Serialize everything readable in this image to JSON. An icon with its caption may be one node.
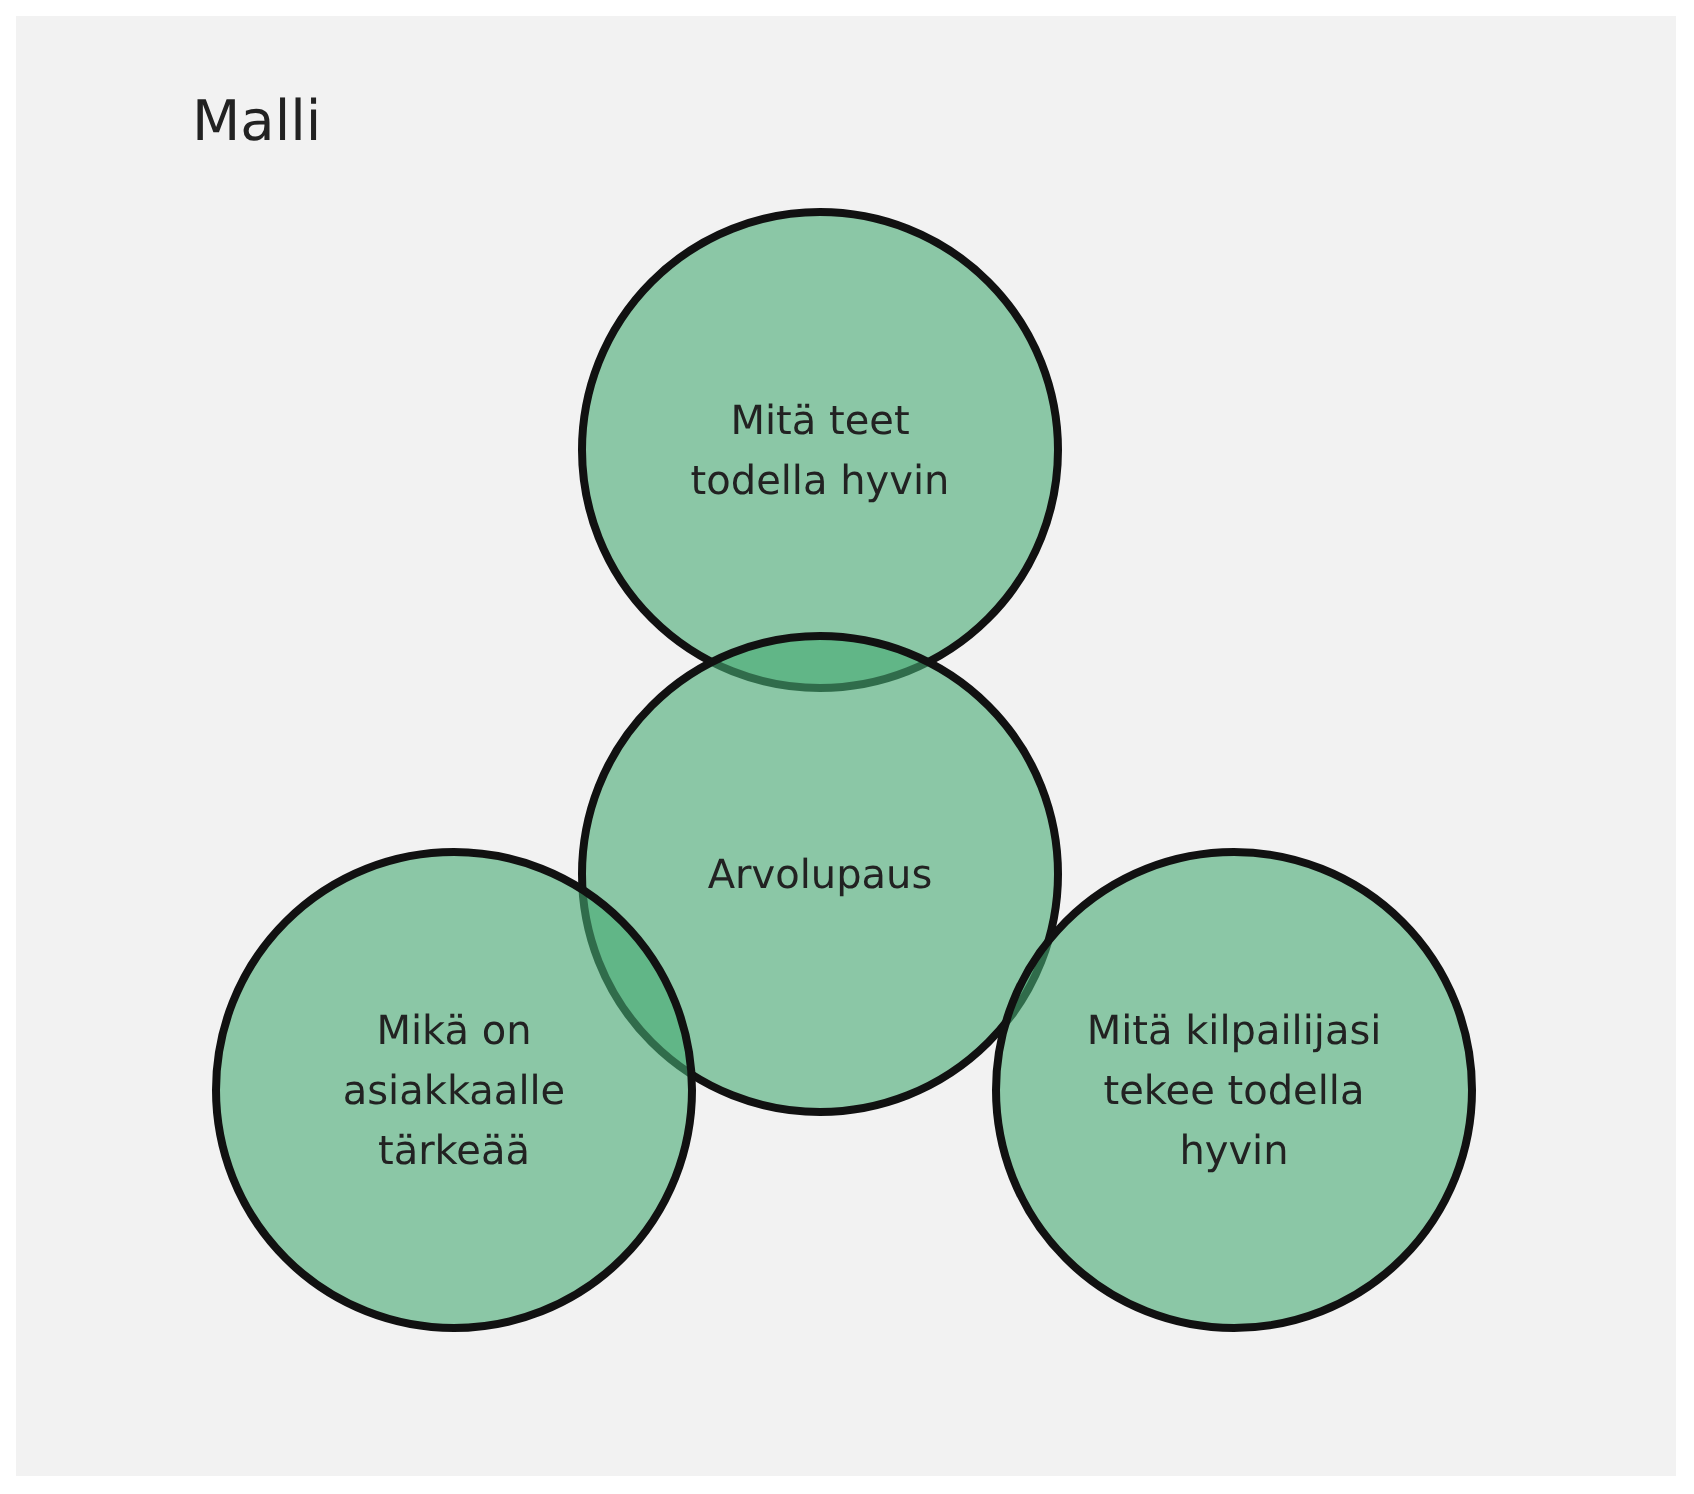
{
  "diagram": {
    "title": "Malli",
    "nodes": [
      {
        "text": [
          "Mitä teet todella hyvin"
        ]
      },
      {
        "text": [
          "Arvolupaus"
        ]
      },
      {
        "text": [
          "Mikä on asiakkaalle tärkeää"
        ]
      },
      {
        "text": [
          "Mitä kilpailijasi tekee todella hyvin"
        ]
      }
    ]
  }
}
